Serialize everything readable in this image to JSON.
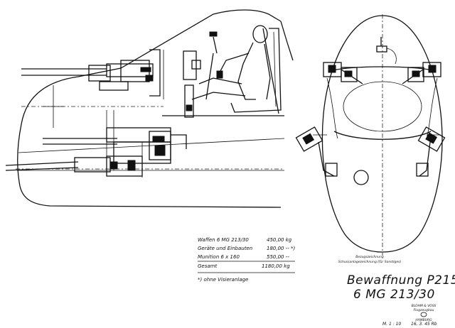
{
  "title": {
    "line1": "Bewaffnung P215",
    "line2": "6 MG 213/30"
  },
  "weights_table": {
    "rows": [
      {
        "label": "Waffen 6 MG 213/30",
        "value": "450,00 kg"
      },
      {
        "label": "Geräte und Einbauten",
        "value": "180,00 -- *)"
      },
      {
        "label": "Munition 6 x 160",
        "value": "550,00 --"
      }
    ],
    "total": {
      "label": "Gesamt",
      "value": "1180,00 kg"
    },
    "footnote": "*) ohne Visieranlage"
  },
  "stamp_note": {
    "line1": "Bezugszeichnung",
    "line2": "Schussanlagezeichnung (für Sonstiges)"
  },
  "company": {
    "line1": "BLOHM & VOSS",
    "line2": "Flugzeugbau",
    "line3": "HAMBURG"
  },
  "footer": {
    "scale": "M. 1 : 10",
    "date": "16. 3. 45 Rb"
  }
}
